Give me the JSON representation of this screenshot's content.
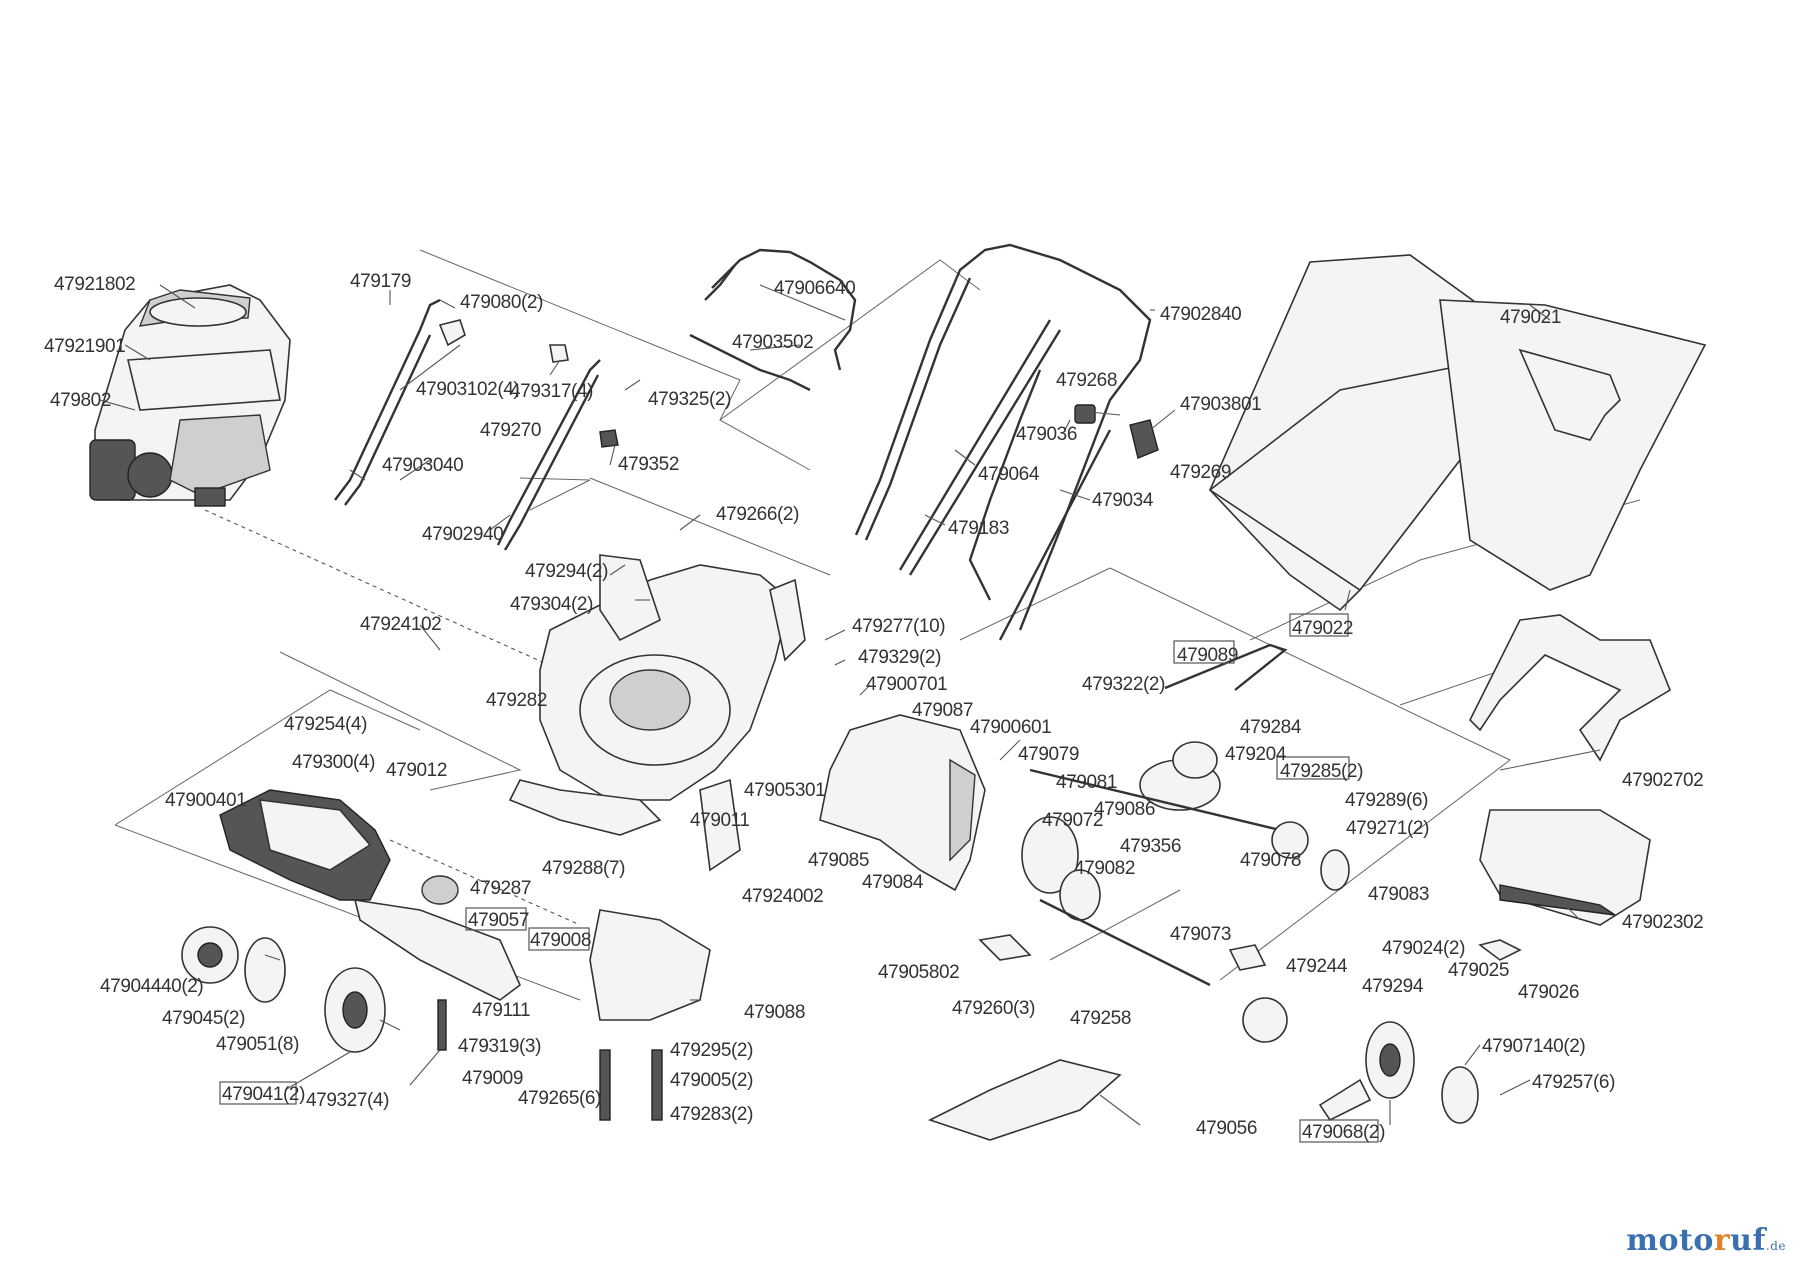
{
  "labels": [
    {
      "id": "l1",
      "text": "47921802",
      "boxed": false
    },
    {
      "id": "l2",
      "text": "47921901",
      "boxed": false
    },
    {
      "id": "l3",
      "text": "479802",
      "boxed": false
    },
    {
      "id": "l4",
      "text": "479179",
      "boxed": false
    },
    {
      "id": "l5",
      "text": "479080(2)",
      "boxed": false
    },
    {
      "id": "l6",
      "text": "47903102(4)",
      "boxed": false
    },
    {
      "id": "l7",
      "text": "479317(4)",
      "boxed": false
    },
    {
      "id": "l8",
      "text": "479325(2)",
      "boxed": false
    },
    {
      "id": "l9",
      "text": "479270",
      "boxed": false
    },
    {
      "id": "l10",
      "text": "479352",
      "boxed": false
    },
    {
      "id": "l11",
      "text": "47903040",
      "boxed": false
    },
    {
      "id": "l12",
      "text": "47902940",
      "boxed": false
    },
    {
      "id": "l13",
      "text": "47906640",
      "boxed": false
    },
    {
      "id": "l14",
      "text": "47903502",
      "boxed": false
    },
    {
      "id": "l15",
      "text": "47902840",
      "boxed": false
    },
    {
      "id": "l16",
      "text": "479268",
      "boxed": false
    },
    {
      "id": "l17",
      "text": "479036",
      "boxed": false
    },
    {
      "id": "l18",
      "text": "47903801",
      "boxed": false
    },
    {
      "id": "l19",
      "text": "479269",
      "boxed": false
    },
    {
      "id": "l20",
      "text": "479064",
      "boxed": false
    },
    {
      "id": "l21",
      "text": "479034",
      "boxed": false
    },
    {
      "id": "l22",
      "text": "479183",
      "boxed": false
    },
    {
      "id": "l23",
      "text": "479021",
      "boxed": false
    },
    {
      "id": "l24",
      "text": "479022",
      "boxed": true
    },
    {
      "id": "l25",
      "text": "479266(2)",
      "boxed": false
    },
    {
      "id": "l26",
      "text": "479294(2)",
      "boxed": false
    },
    {
      "id": "l27",
      "text": "479304(2)",
      "boxed": false
    },
    {
      "id": "l28",
      "text": "479277(10)",
      "boxed": false
    },
    {
      "id": "l29",
      "text": "479329(2)",
      "boxed": false
    },
    {
      "id": "l30",
      "text": "47900701",
      "boxed": false
    },
    {
      "id": "l31",
      "text": "47924102",
      "boxed": false
    },
    {
      "id": "l32",
      "text": "479282",
      "boxed": false
    },
    {
      "id": "l33",
      "text": "479254(4)",
      "boxed": false
    },
    {
      "id": "l34",
      "text": "479300(4)",
      "boxed": false
    },
    {
      "id": "l35",
      "text": "479012",
      "boxed": false
    },
    {
      "id": "l36",
      "text": "47900401",
      "boxed": false
    },
    {
      "id": "l37",
      "text": "47905301",
      "boxed": false
    },
    {
      "id": "l38",
      "text": "479087",
      "boxed": false
    },
    {
      "id": "l39",
      "text": "47900601",
      "boxed": false
    },
    {
      "id": "l40",
      "text": "479079",
      "boxed": false
    },
    {
      "id": "l41",
      "text": "479322(2)",
      "boxed": false
    },
    {
      "id": "l42",
      "text": "479089",
      "boxed": true
    },
    {
      "id": "l43",
      "text": "479284",
      "boxed": false
    },
    {
      "id": "l44",
      "text": "479204",
      "boxed": false
    },
    {
      "id": "l45",
      "text": "479285(2)",
      "boxed": true
    },
    {
      "id": "l46",
      "text": "479081",
      "boxed": false
    },
    {
      "id": "l47",
      "text": "479086",
      "boxed": false
    },
    {
      "id": "l48",
      "text": "479289(6)",
      "boxed": false
    },
    {
      "id": "l49",
      "text": "479271(2)",
      "boxed": false
    },
    {
      "id": "l50",
      "text": "47902702",
      "boxed": false
    },
    {
      "id": "l51",
      "text": "479288(7)",
      "boxed": false
    },
    {
      "id": "l52",
      "text": "479011",
      "boxed": false
    },
    {
      "id": "l53",
      "text": "479085",
      "boxed": false
    },
    {
      "id": "l54",
      "text": "47924002",
      "boxed": false
    },
    {
      "id": "l55",
      "text": "479072",
      "boxed": false
    },
    {
      "id": "l56",
      "text": "479356",
      "boxed": false
    },
    {
      "id": "l57",
      "text": "479082",
      "boxed": false
    },
    {
      "id": "l58",
      "text": "479078",
      "boxed": false
    },
    {
      "id": "l59",
      "text": "479083",
      "boxed": false
    },
    {
      "id": "l60",
      "text": "479287",
      "boxed": false
    },
    {
      "id": "l61",
      "text": "479057",
      "boxed": true
    },
    {
      "id": "l62",
      "text": "479084",
      "boxed": false
    },
    {
      "id": "l63",
      "text": "47902302",
      "boxed": false
    },
    {
      "id": "l64",
      "text": "479008",
      "boxed": true
    },
    {
      "id": "l65",
      "text": "479073",
      "boxed": false
    },
    {
      "id": "l66",
      "text": "479024(2)",
      "boxed": false
    },
    {
      "id": "l67",
      "text": "479025",
      "boxed": false
    },
    {
      "id": "l68",
      "text": "47904440(2)",
      "boxed": false
    },
    {
      "id": "l69",
      "text": "47905802",
      "boxed": false
    },
    {
      "id": "l70",
      "text": "479244",
      "boxed": false
    },
    {
      "id": "l71",
      "text": "479026",
      "boxed": false
    },
    {
      "id": "l72",
      "text": "479045(2)",
      "boxed": false
    },
    {
      "id": "l73",
      "text": "479111",
      "boxed": false
    },
    {
      "id": "l74",
      "text": "479088",
      "boxed": false
    },
    {
      "id": "l75",
      "text": "479260(3)",
      "boxed": false
    },
    {
      "id": "l76",
      "text": "479258",
      "boxed": false
    },
    {
      "id": "l77",
      "text": "479294",
      "boxed": false
    },
    {
      "id": "l78",
      "text": "479051(8)",
      "boxed": false
    },
    {
      "id": "l79",
      "text": "479319(3)",
      "boxed": false
    },
    {
      "id": "l80",
      "text": "479295(2)",
      "boxed": false
    },
    {
      "id": "l81",
      "text": "47907140(2)",
      "boxed": false
    },
    {
      "id": "l82",
      "text": "479009",
      "boxed": false
    },
    {
      "id": "l83",
      "text": "479005(2)",
      "boxed": false
    },
    {
      "id": "l84",
      "text": "479257(6)",
      "boxed": false
    },
    {
      "id": "l85",
      "text": "479041(2)",
      "boxed": true
    },
    {
      "id": "l86",
      "text": "479327(4)",
      "boxed": false
    },
    {
      "id": "l87",
      "text": "479265(6)",
      "boxed": false
    },
    {
      "id": "l88",
      "text": "479283(2)",
      "boxed": false
    },
    {
      "id": "l89",
      "text": "479056",
      "boxed": false
    },
    {
      "id": "l90",
      "text": "479068(2)",
      "boxed": true
    }
  ],
  "brand": {
    "part1": "moto",
    "part2": "r",
    "part3": "uf",
    "tld": ".de"
  }
}
